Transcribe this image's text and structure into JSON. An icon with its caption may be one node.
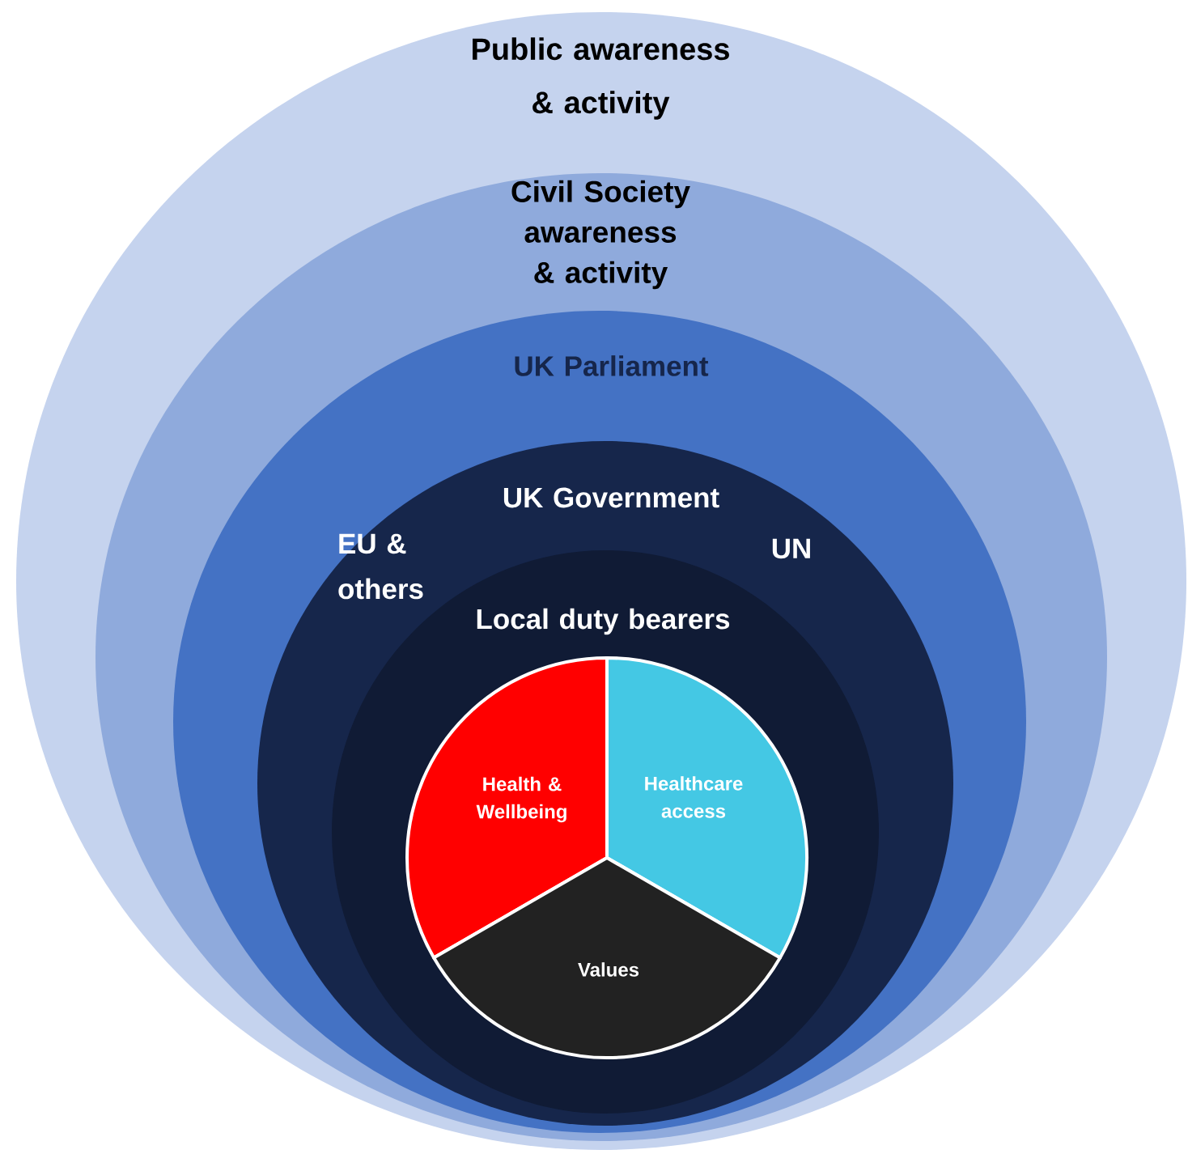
{
  "diagram": {
    "nodes": [
      {
        "text": [
          "Public awareness & activity"
        ]
      },
      {
        "text": [
          "Civil Society awareness & activity"
        ],
        "in": 0
      },
      {
        "text": [
          "UK Parliament"
        ],
        "in": 1
      },
      {
        "text": [
          "UK Government",
          "EU & others",
          "UN"
        ],
        "in": 2
      },
      {
        "text": [
          "Local duty bearers"
        ],
        "in": 3
      },
      {
        "text": [
          "Health & Wellbeing"
        ],
        "in": 4
      },
      {
        "text": [
          "Healthcare access"
        ],
        "in": 4
      },
      {
        "text": [
          "Values"
        ],
        "in": 4
      }
    ]
  }
}
